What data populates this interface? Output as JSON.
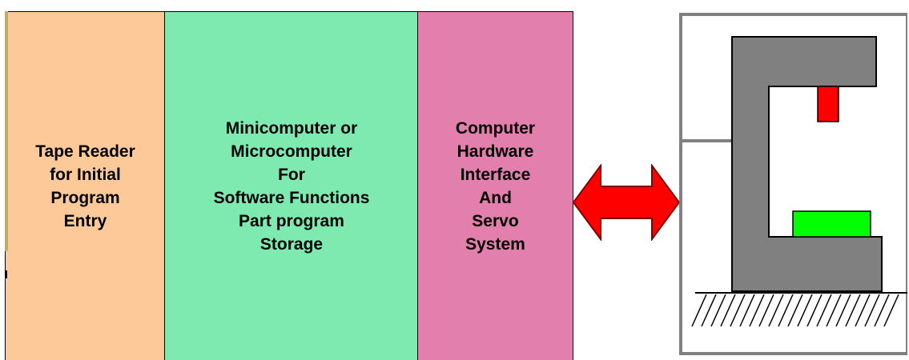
{
  "diagram": {
    "blocks": [
      {
        "id": "tape",
        "text": "Tape Reader\nfor Initial\nProgram\nEntry",
        "color": "#fdc998"
      },
      {
        "id": "mini",
        "text": "Minicomputer or\nMicrocomputer\nFor\nSoftware Functions\nPart program\nStorage",
        "color": "#7feab0"
      },
      {
        "id": "hw",
        "text": "Computer\nHardware\nInterface\nAnd\nServo\nSystem",
        "color": "#e27fad"
      }
    ],
    "arrow_color": "#ff0000",
    "machine": {
      "frame_color": "#808080",
      "tool_color": "#ff0000",
      "workpiece_color": "#00ff00"
    }
  }
}
